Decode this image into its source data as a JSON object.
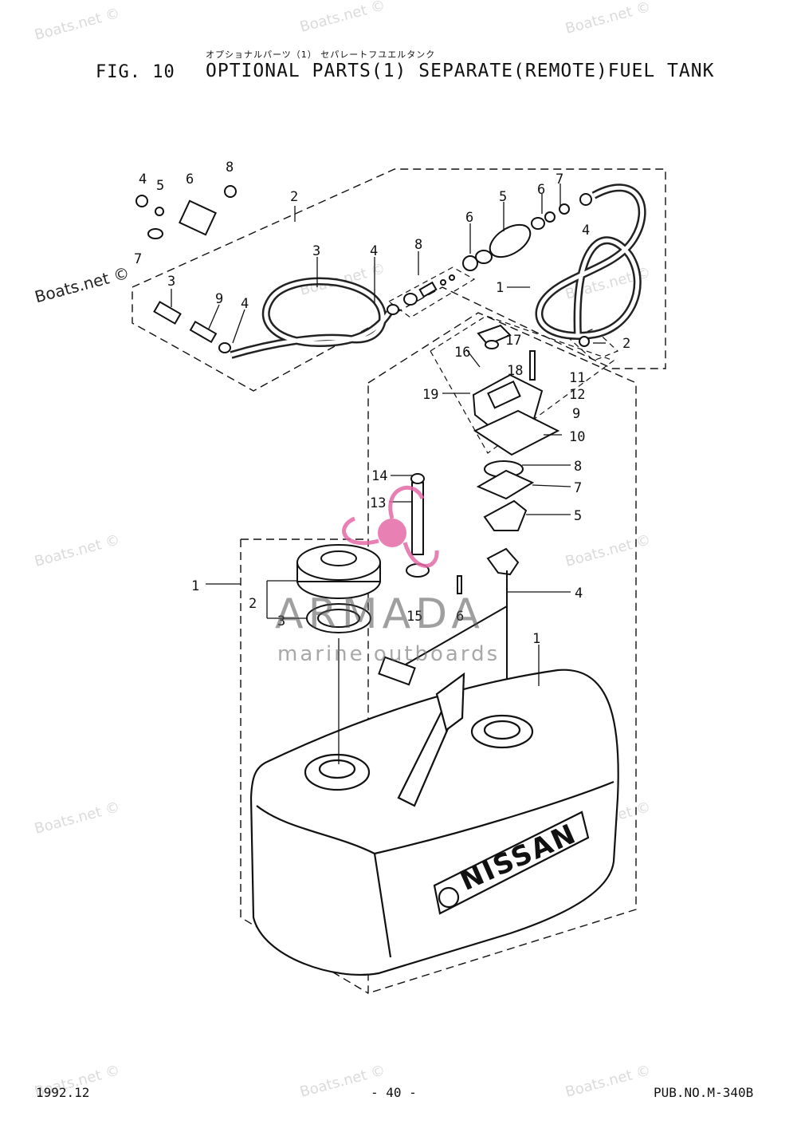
{
  "header": {
    "jp_title": "オプショナルパーツ（1） セパレートフユエルタンク",
    "fig_label": "FIG. 10",
    "title": "OPTIONAL PARTS(1) SEPARATE(REMOTE)FUEL TANK"
  },
  "footer": {
    "date": "1992.12",
    "page": "- 40 -",
    "pub_no": "PUB.NO.M-340B"
  },
  "watermark": {
    "text": "Boats.net ©"
  },
  "logo": {
    "brand": "ARMADA",
    "subtitle": "marine outboards",
    "accent": "#e56aa6"
  },
  "tank_brand": "NISSAN",
  "callouts": {
    "hose_group": [
      "4",
      "5",
      "6",
      "8",
      "7",
      "3",
      "9",
      "4",
      "2",
      "3",
      "4",
      "8",
      "6",
      "5",
      "6",
      "7",
      "4",
      "1",
      "2"
    ],
    "cap_group": [
      "1",
      "2",
      "3"
    ],
    "gauge_group": [
      "17",
      "16",
      "18",
      "11",
      "12",
      "19",
      "9",
      "10",
      "8",
      "7",
      "14",
      "13",
      "5",
      "15",
      "6",
      "4",
      "1"
    ]
  }
}
